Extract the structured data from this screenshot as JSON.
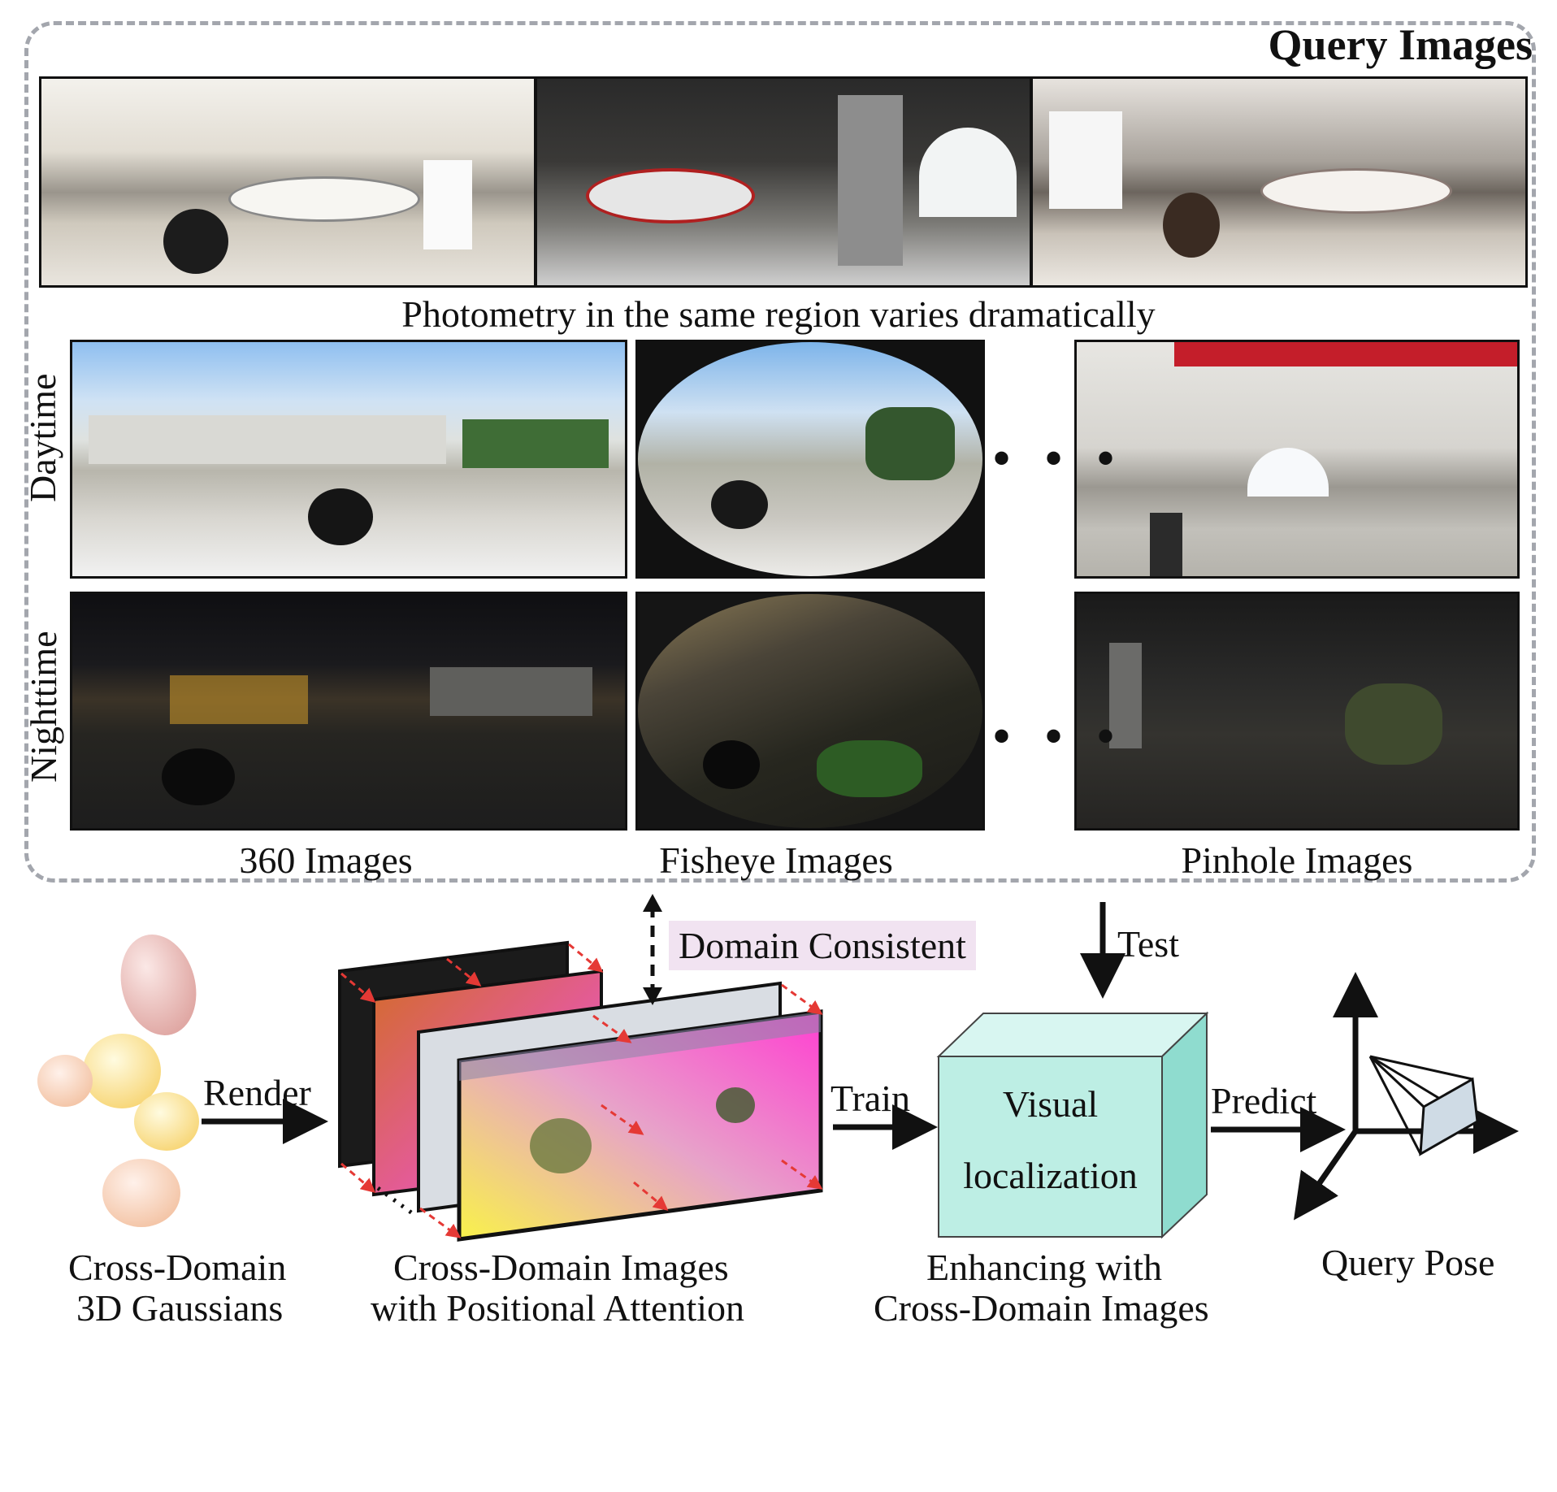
{
  "query_section": {
    "title": "Query Images",
    "photometry_caption": "Photometry in the same region varies dramatically",
    "row_labels": [
      "Daytime",
      "Nighttime"
    ],
    "column_captions": [
      "360 Images",
      "Fisheye Images",
      "Pinhole Images"
    ],
    "ellipsis": "• • •"
  },
  "pipeline": {
    "gaussians_caption_line1": "Cross-Domain",
    "gaussians_caption_line2": "3D Gaussians",
    "render_label": "Render",
    "images_caption_line1": "Cross-Domain Images",
    "images_caption_line2": "with Positional Attention",
    "domain_consistent_label": "Domain Consistent",
    "train_label": "Train",
    "test_label": "Test",
    "box_line1": "Visual",
    "box_line2": "localization",
    "box_caption_line1": "Enhancing with",
    "box_caption_line2": "Cross-Domain Images",
    "predict_label": "Predict",
    "pose_caption": "Query Pose"
  },
  "colors": {
    "frame_dash": "#a3a6ad",
    "box_front": "#bdeee4",
    "box_side": "#8fdccf",
    "box_top": "#d8f6f1",
    "domain_label_bg": "#f1e3f1",
    "attention_arrow": "#e53935"
  }
}
